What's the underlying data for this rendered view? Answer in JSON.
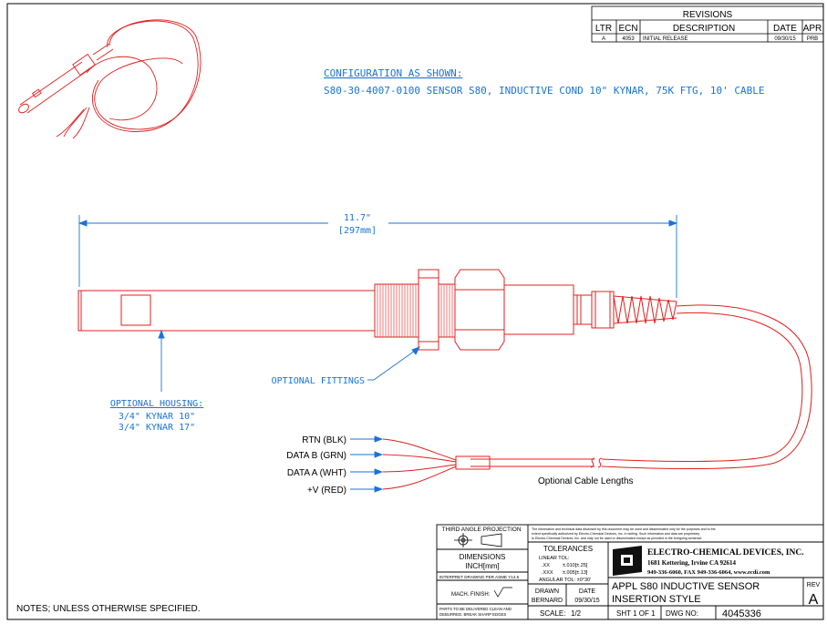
{
  "revisions": {
    "title": "REVISIONS",
    "headers": [
      "LTR",
      "ECN",
      "DESCRIPTION",
      "DATE",
      "APR"
    ],
    "row": [
      "A",
      "4053",
      "INITIAL RELEASE",
      "09/30/15",
      "PRB"
    ]
  },
  "configuration": {
    "heading": "CONFIGURATION AS SHOWN:",
    "part": "S80-30-4007-0100 SENSOR S80, INDUCTIVE COND 10\" KYNAR, 75K FTG, 10' CABLE"
  },
  "dimension": {
    "inches": "11.7\"",
    "mm": "[297mm]"
  },
  "callouts": {
    "fittings": "OPTIONAL FITTINGS",
    "housing_heading": "OPTIONAL HOUSING:",
    "housing_1": "3/4\" KYNAR 10\"",
    "housing_2": "3/4\" KYNAR 17\"",
    "cable": "Optional Cable Lengths"
  },
  "wires": [
    {
      "label": "RTN (BLK)"
    },
    {
      "label": "DATA B (GRN)"
    },
    {
      "label": "DATA A (WHT)"
    },
    {
      "label": "+V (RED)"
    }
  ],
  "notes": "NOTES; UNLESS OTHERWISE SPECIFIED.",
  "title_block": {
    "projection": "THIRD ANGLE PROJECTION",
    "dimensions_label": "DIMENSIONS",
    "dimensions_unit": "INCH[mm]",
    "interpret": "INTERPRET DRAWING PER ASME Y14.5",
    "mach_finish": "MACH. FINISH:",
    "deliver_note_1": "PARTS TO BE DELIVERED CLEAN AND",
    "deliver_note_2": "DEBURRED. BREAK SHARP EDGES",
    "tolerances_heading": "TOLERANCES",
    "linear_tol": "LINEAR TOL:",
    "tol_xx_label": ".XX",
    "tol_xx": "±.010[±.25]",
    "tol_xxx_label": ".XXX",
    "tol_xxx": "±.005[±.13]",
    "angular_tol": "ANGULAR TOL: ±0°30'",
    "drawn_label": "DRAWN",
    "drawn_by": "BERNARD",
    "date_label": "DATE",
    "date": "09/30/15",
    "disclaimer_1": "The information and technical data disclosed by this document may be used and disseminated only for the purposes and to the",
    "disclaimer_2": "extent specifically authorized by Electro-Chemical Devices, Inc. in writing. Such information and data are proprietary",
    "disclaimer_3": "to Electro-Chemical Devices, Inc. and may not be used or disseminated except as provided in the foregoing sentence.",
    "company": "ELECTRO-CHEMICAL DEVICES, INC.",
    "address": "1681 Kettering, Irvine CA 92614",
    "contact": "949-336-6060, FAX 949-336-6064, www.ecdi.com",
    "title_1": "APPL  S80  INDUCTIVE  SENSOR",
    "title_2": "INSERTION  STYLE",
    "rev_label": "REV",
    "rev": "A",
    "scale_label": "SCALE:",
    "scale": "1/2",
    "sheet": "SHT  1  OF  1",
    "dwg_label": "DWG NO:",
    "dwg_no": "4045336"
  }
}
